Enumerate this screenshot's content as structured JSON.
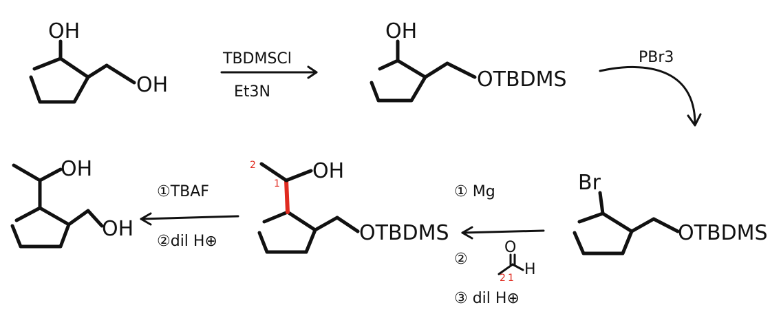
{
  "diagram": {
    "compounds": [
      {
        "id": "c1",
        "groups": [
          "OH",
          "OH"
        ]
      },
      {
        "id": "c2",
        "groups": [
          "OH",
          "OTBDMS"
        ]
      },
      {
        "id": "c3",
        "groups": [
          "Br",
          "OTBDMS"
        ]
      },
      {
        "id": "c4",
        "groups": [
          "OH",
          "OTBDMS"
        ],
        "carbon_labels": [
          "2",
          "1"
        ]
      },
      {
        "id": "c5",
        "groups": [
          "OH",
          "OH"
        ]
      }
    ],
    "steps": [
      {
        "id": "s1",
        "above": "TBDMSCl",
        "below": "Et3N"
      },
      {
        "id": "s2",
        "above": "PBr3"
      },
      {
        "id": "s3",
        "items": [
          "① Mg",
          "②",
          "③ dil H⊕"
        ],
        "reagent_atoms": [
          "O",
          "H"
        ],
        "carbon_labels": [
          "2",
          "1"
        ]
      },
      {
        "id": "s4",
        "items": [
          "①TBAF",
          "②dil H⊕"
        ]
      }
    ],
    "colors": {
      "ink": "#111111",
      "highlight": "#e02b20"
    }
  }
}
